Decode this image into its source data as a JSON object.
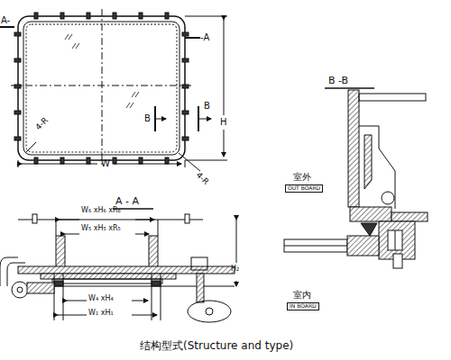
{
  "diagram": {
    "caption": "结构型式(Structure and type)",
    "labels": [
      "A-",
      "-A",
      "B",
      "B",
      "H",
      "4-R",
      "4-R",
      "W",
      "A - A",
      "W₆ xH₆ xR₆",
      "W₅ xH₅ xR₅",
      "W₄ xH₄",
      "W₁ xH₁",
      "H₂",
      "B -B",
      "室外",
      "OUT BOARD",
      "室内",
      "IN BOARD"
    ]
  }
}
